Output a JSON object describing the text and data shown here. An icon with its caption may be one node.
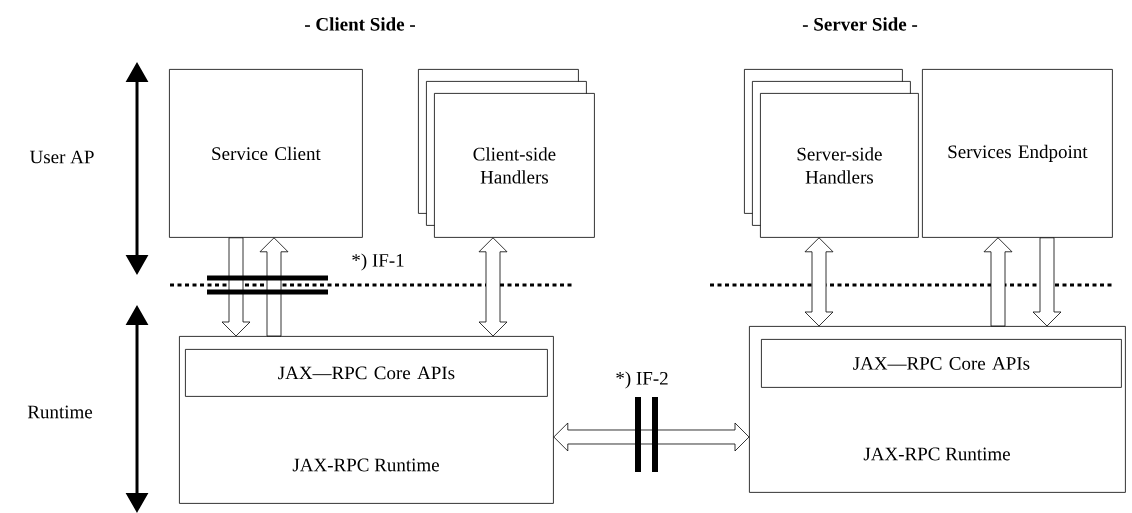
{
  "diagram": {
    "nodes": [
      {
        "text": [
          "Service Client"
        ]
      },
      {
        "text": [
          "Client-side Handlers"
        ]
      },
      {
        "text": [
          "Server-side Handlers"
        ]
      },
      {
        "text": [
          "Services Endpoint"
        ]
      },
      {
        "text": [
          "JAX-RPC Runtime"
        ]
      },
      {
        "text": [
          "JAX—RPC Core APIs"
        ],
        "in": 4
      },
      {
        "text": [
          "JAX-RPC Runtime"
        ]
      },
      {
        "text": [
          "JAX—RPC Core APIs"
        ],
        "in": 6
      }
    ],
    "edges": [
      {
        "from": 0,
        "to": 4,
        "arrow": "to"
      },
      {
        "from": 4,
        "to": 0,
        "arrow": "to"
      },
      {
        "from": 1,
        "to": 4,
        "arrow": "both"
      },
      {
        "from": 2,
        "to": 6,
        "arrow": "both"
      },
      {
        "from": 6,
        "to": 3,
        "arrow": "to"
      },
      {
        "from": 3,
        "to": 6,
        "arrow": "to"
      },
      {
        "from": 4,
        "to": 6,
        "arrow": "both"
      }
    ],
    "labels": [
      "- Client Side -",
      "- Server Side -",
      "User AP",
      "*) IF-1",
      "Runtime",
      "*) IF-2"
    ]
  }
}
